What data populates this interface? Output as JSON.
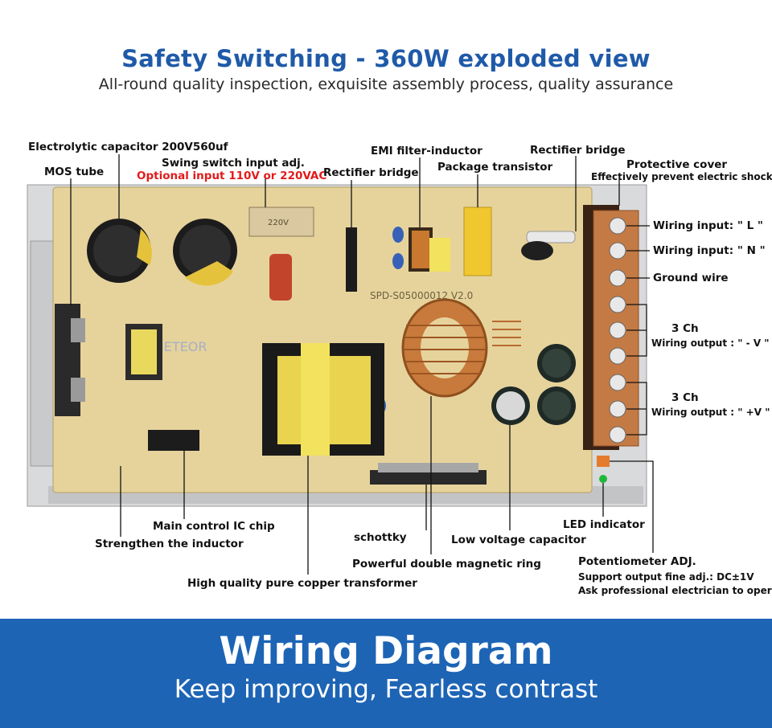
{
  "header": {
    "title": "Safety Switching - 360W exploded view",
    "subtitle": "All-round quality inspection, exquisite assembly process, quality assurance"
  },
  "board": {
    "watermark": "METEOR",
    "silkscreen": "SPD-S05000012 V2.0",
    "switch_text": "220V"
  },
  "labels": {
    "electrolytic": "Electrolytic capacitor 200V560uf",
    "mos": "MOS tube",
    "swing": "Swing switch input adj.",
    "swing_opt": "Optional input 110V or 220VAC",
    "rectifier1": "Rectifier bridge",
    "emi": "EMI filter-inductor",
    "package": "Package transistor",
    "rectifier2": "Rectifier bridge",
    "cover": "Protective cover",
    "cover_sub": "Effectively prevent electric shock",
    "wire_l": "Wiring input: \" L \"",
    "wire_n": "Wiring input: \" N \"",
    "ground": "Ground wire",
    "ch_neg": "3 Ch",
    "out_neg": "Wiring output : \" - V \"",
    "ch_pos": "3 Ch",
    "out_pos": "Wiring output : \" +V \"",
    "main_ic": "Main control IC chip",
    "inductor": "Strengthen the inductor",
    "schottky": "schottky",
    "low_cap": "Low voltage capacitor",
    "led": "LED indicator",
    "ring": "Powerful double magnetic ring",
    "pot": "Potentiometer ADJ.",
    "pot_sub1": "Support output fine adj.: DC±1V",
    "pot_sub2": "Ask professional electrician to operate",
    "transformer": "High quality pure copper transformer"
  },
  "footer": {
    "title": "Wiring Diagram",
    "subtitle": "Keep improving, Fearless contrast"
  },
  "colors": {
    "title_blue": "#1f5aa8",
    "footer_blue": "#1d64b5",
    "warning_red": "#e11b1b",
    "pcb": "#e6d39c",
    "terminal": "#c47a44"
  }
}
